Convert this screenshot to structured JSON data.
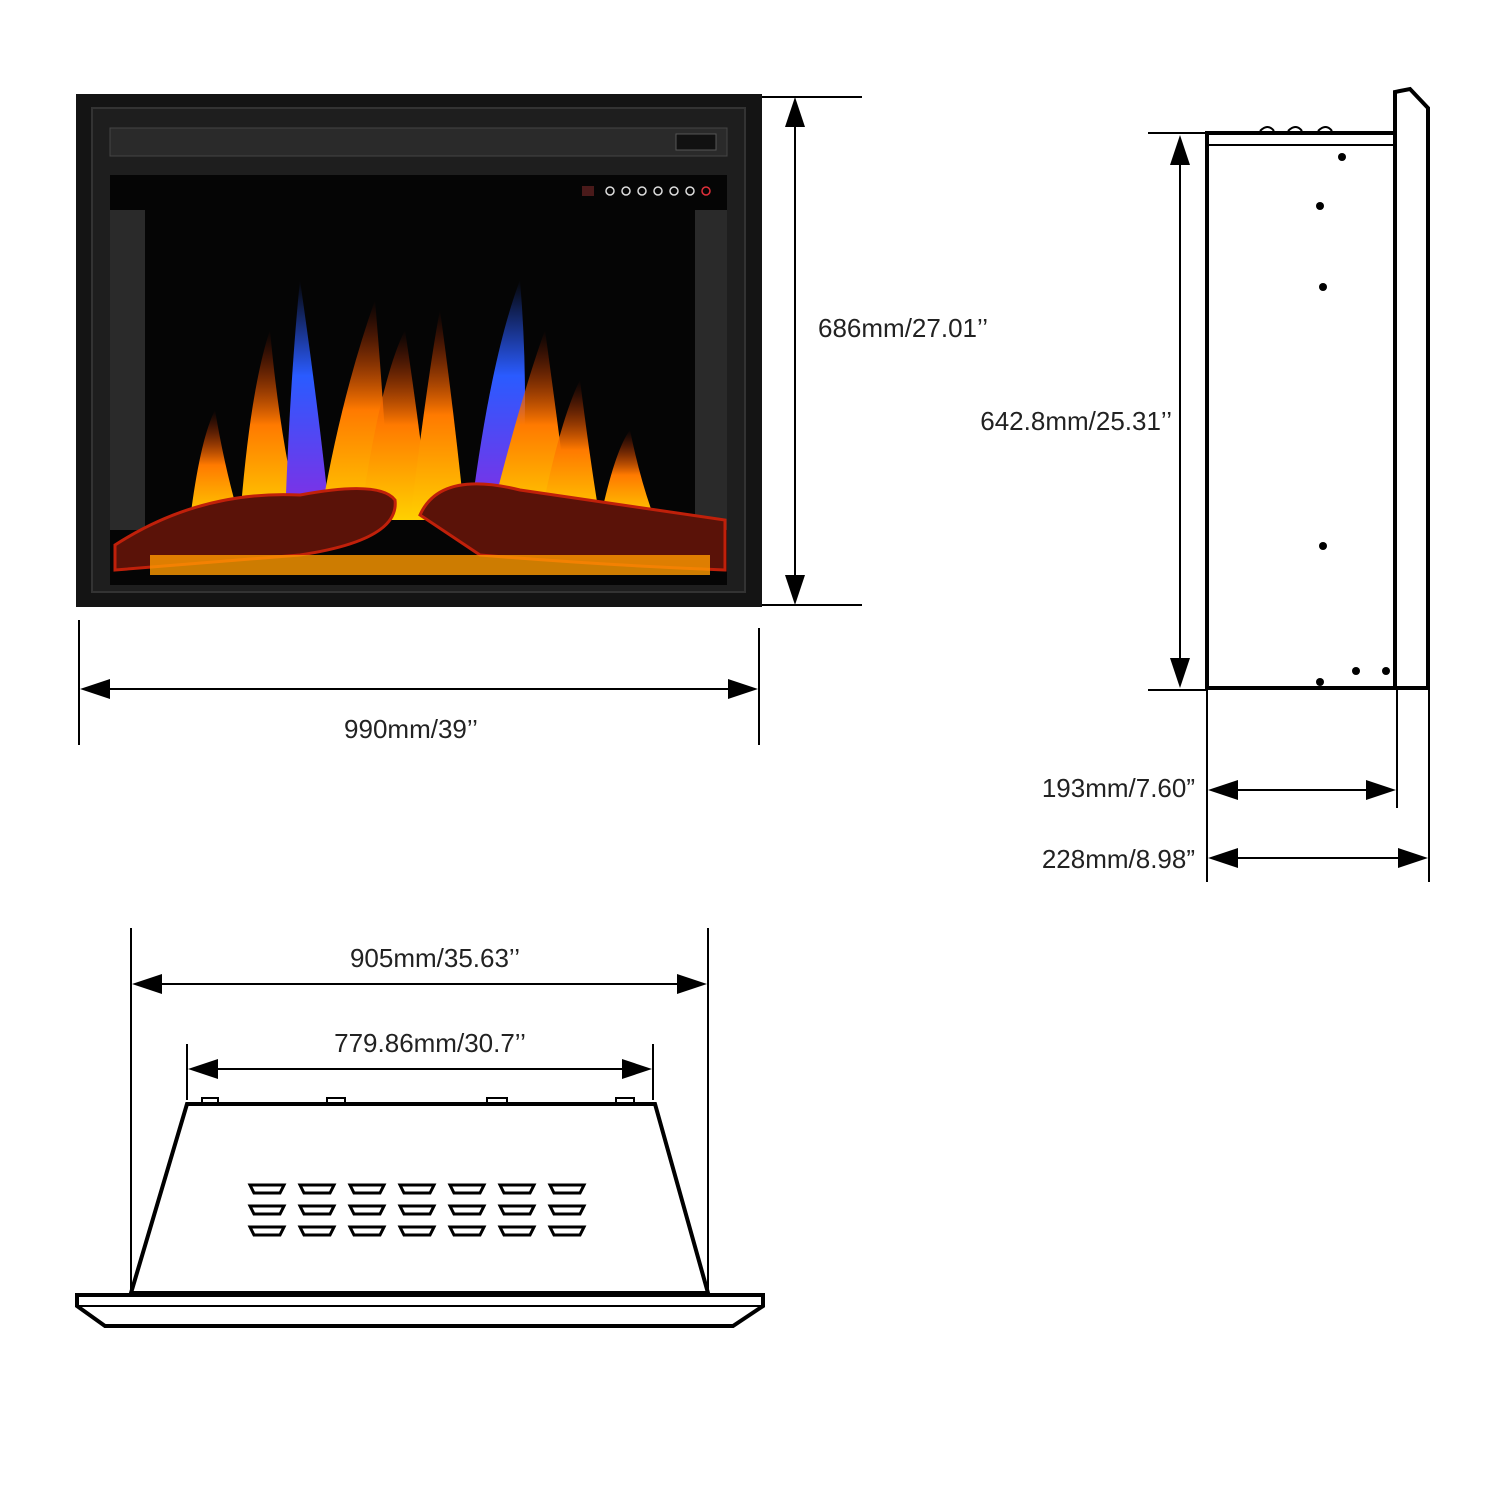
{
  "front_view": {
    "height_label": "686mm/27.01’’",
    "width_label": "990mm/39’’",
    "control_panel_icons": [
      "temperature-display",
      "power-icon",
      "timer-icon",
      "flame-icon",
      "light-icon",
      "heat-icon",
      "brightness-icon",
      "power-button-icon"
    ]
  },
  "side_view": {
    "height_label": "642.8mm/25.31’’",
    "depth_label": "193mm/7.60”",
    "total_depth_label": "228mm/8.98”"
  },
  "top_view": {
    "outer_width_label": "905mm/35.63’’",
    "inner_width_label": "779.86mm/30.7’’"
  },
  "colors": {
    "frame": "#141414",
    "flame_orange": "#ff8a00",
    "flame_blue": "#2a5bff",
    "ember_red": "#c0200a",
    "power_button": "#e0303a"
  }
}
